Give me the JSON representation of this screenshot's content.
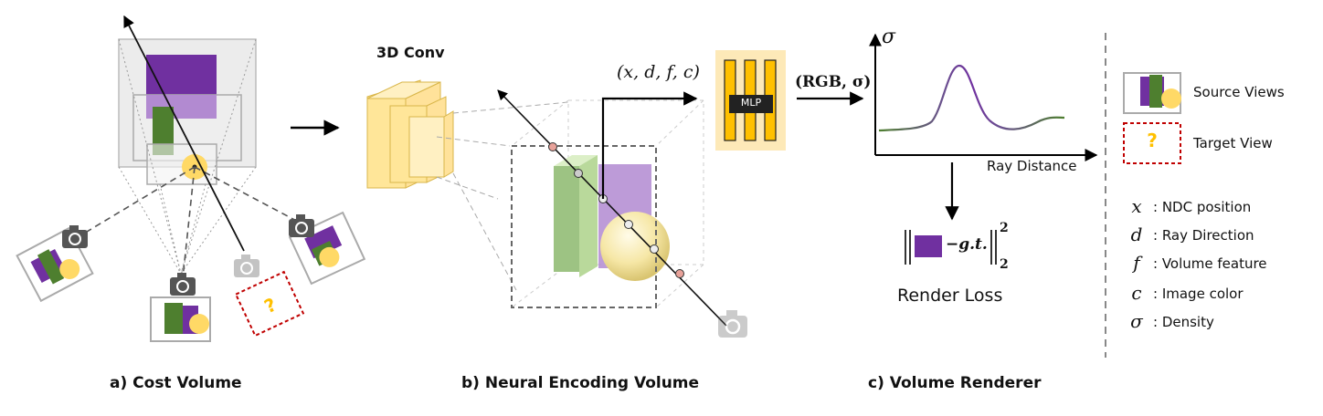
{
  "panels": {
    "a": {
      "caption": "a) Cost Volume"
    },
    "b": {
      "caption": "b) Neural Encoding Volume",
      "conv_label": "3D Conv",
      "mlp_label": "MLP",
      "mlp_input": "(x, d, f, c)",
      "mlp_output": "(RGB, σ)"
    },
    "c": {
      "caption": "c) Volume Renderer",
      "y_axis": "σ",
      "x_axis": "Ray Distance",
      "loss_label": "Render Loss",
      "loss_formula_mid": "−g.t.",
      "loss_sup": "2",
      "loss_sub": "2"
    }
  },
  "legend": {
    "views": [
      {
        "label": "Source Views",
        "icon": "source-views-icon"
      },
      {
        "label": "Target View",
        "icon": "target-view-icon",
        "glyph": "?"
      }
    ],
    "symbols": [
      {
        "symbol": "x",
        "desc": ": NDC position"
      },
      {
        "symbol": "d",
        "desc": ": Ray Direction"
      },
      {
        "symbol": "f",
        "desc": ": Volume feature"
      },
      {
        "symbol": "c",
        "desc": ": Image color"
      },
      {
        "symbol": "σ",
        "desc": ": Density"
      }
    ]
  },
  "colors": {
    "purple": "#7030a0",
    "green": "#4e7f2f",
    "yellow": "#ffd966",
    "mlp_bg": "#fde9b8",
    "mlp_bar": "#ffc000",
    "red_dash": "#c00000"
  }
}
